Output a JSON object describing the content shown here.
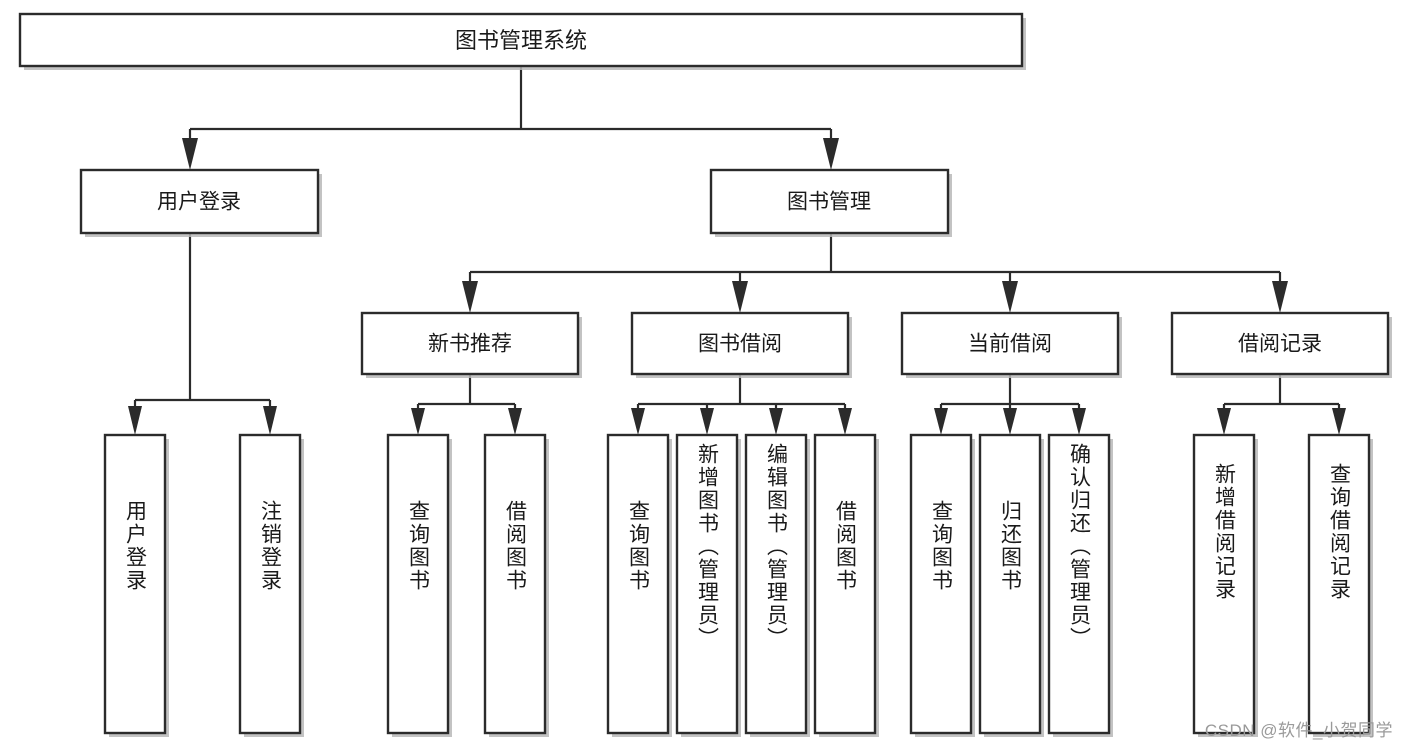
{
  "diagram": {
    "title": "图书管理系统",
    "type": "tree",
    "watermark": "CSDN @软件_小贺同学",
    "colors": {
      "stroke": "#2b2b2b",
      "fill": "#ffffff",
      "shadow": "#b8b8b8",
      "text": "#1a1a1a",
      "watermark": "#9a9a9a"
    },
    "root": {
      "id": "root",
      "label": "图书管理系统"
    },
    "level2": [
      {
        "id": "user-login",
        "label": "用户登录"
      },
      {
        "id": "book-manage",
        "label": "图书管理"
      }
    ],
    "level3": [
      {
        "id": "new-book-recommend",
        "label": "新书推荐"
      },
      {
        "id": "book-borrow",
        "label": "图书借阅"
      },
      {
        "id": "current-borrow",
        "label": "当前借阅"
      },
      {
        "id": "borrow-record",
        "label": "借阅记录"
      }
    ],
    "leaves": [
      {
        "id": "leaf-user-login",
        "label": "用户登录",
        "parent": "user-login"
      },
      {
        "id": "leaf-logout",
        "label": "注销登录",
        "parent": "user-login"
      },
      {
        "id": "leaf-query-book-1",
        "label": "查询图书",
        "parent": "new-book-recommend"
      },
      {
        "id": "leaf-borrow-book-1",
        "label": "借阅图书",
        "parent": "new-book-recommend"
      },
      {
        "id": "leaf-query-book-2",
        "label": "查询图书",
        "parent": "book-borrow"
      },
      {
        "id": "leaf-add-book",
        "label": "新增图书（管理员）",
        "parent": "book-borrow"
      },
      {
        "id": "leaf-edit-book",
        "label": "编辑图书（管理员）",
        "parent": "book-borrow"
      },
      {
        "id": "leaf-borrow-book-2",
        "label": "借阅图书",
        "parent": "book-borrow"
      },
      {
        "id": "leaf-query-book-3",
        "label": "查询图书",
        "parent": "current-borrow"
      },
      {
        "id": "leaf-return-book",
        "label": "归还图书",
        "parent": "current-borrow"
      },
      {
        "id": "leaf-confirm-return",
        "label": "确认归还（管理员）",
        "parent": "current-borrow"
      },
      {
        "id": "leaf-add-record",
        "label": "新增借阅记录",
        "parent": "borrow-record"
      },
      {
        "id": "leaf-query-record",
        "label": "查询借阅记录",
        "parent": "borrow-record"
      }
    ]
  }
}
